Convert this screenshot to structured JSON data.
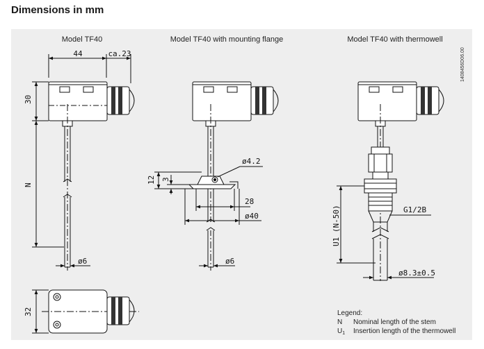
{
  "title": "Dimensions in mm",
  "views": {
    "tf40": "Model TF40",
    "flange": "Model TF40 with mounting flange",
    "thermowell": "Model TF40 with thermowell"
  },
  "dimensions": {
    "width_44": "44",
    "gland_ca23": "ca.23",
    "height_30": "30",
    "length_N": "N",
    "dia_6_a": "ø6",
    "height_32": "32",
    "dia_4_2": "ø4.2",
    "height_12": "12",
    "height_3": "3",
    "length_28": "28",
    "dia_40": "ø40",
    "dia_6_b": "ø6",
    "thread_g12b": "G1/2B",
    "insertion_u1": "U1 (N-50)",
    "dia_8_3": "ø8.3±0.5"
  },
  "doc_number": "1408456D06.00",
  "legend": {
    "heading": "Legend:",
    "n_symbol": "N",
    "n_text": "Nominal length of the stem",
    "u_symbol": "U",
    "u_sub": "1",
    "u_text": "Insertion length of the thermowell"
  }
}
